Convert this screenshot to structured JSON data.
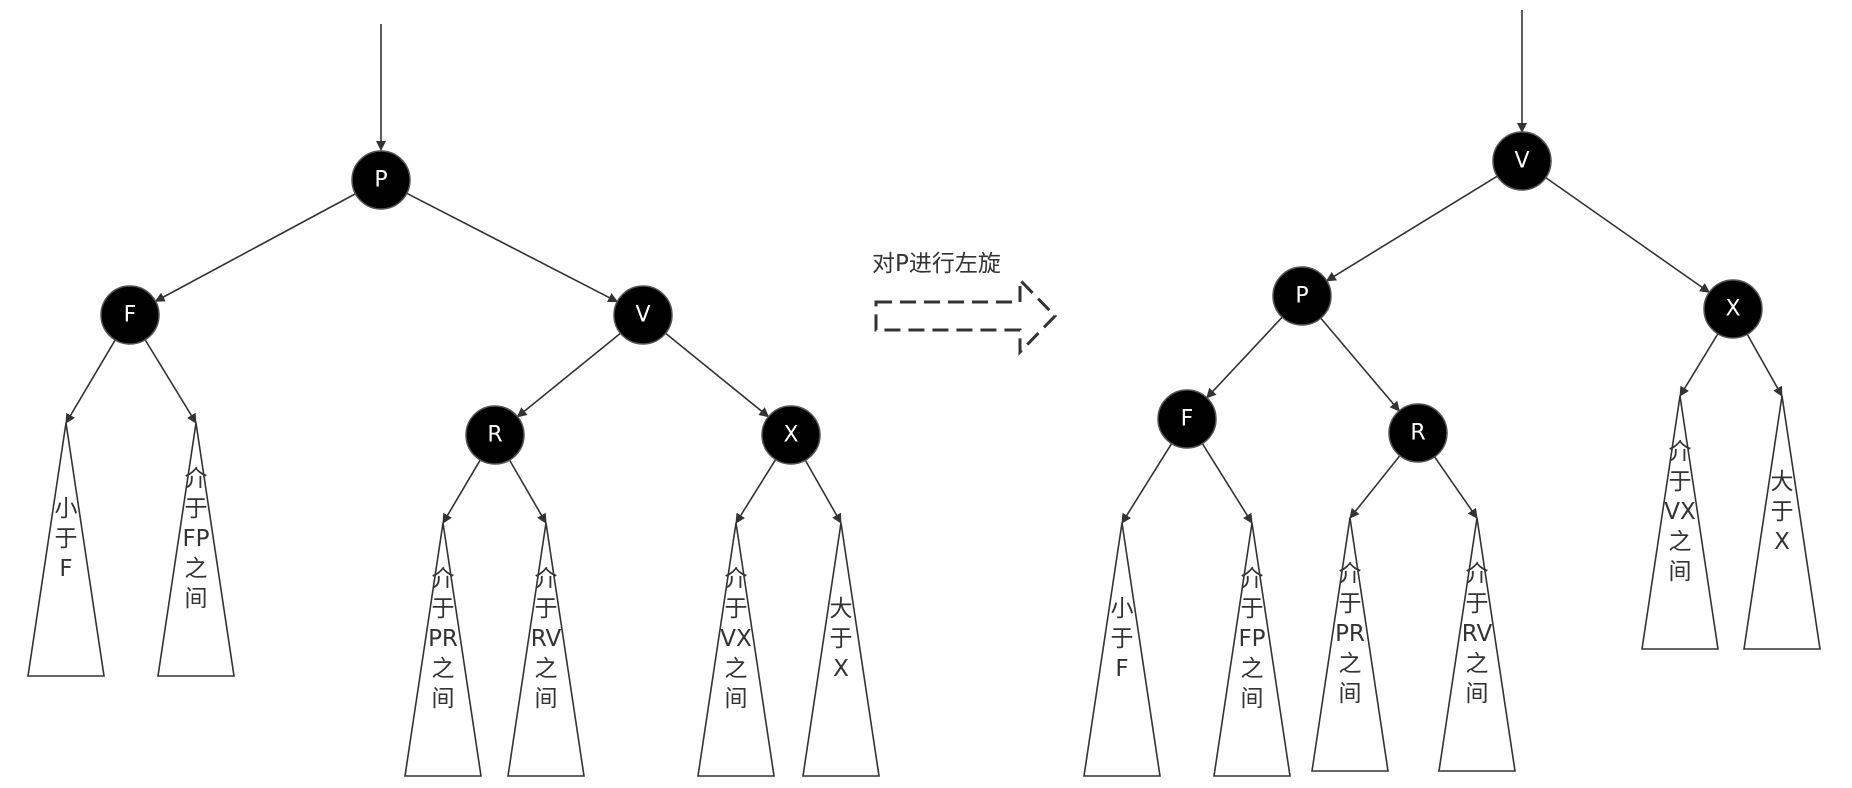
{
  "operation": {
    "label": "对P进行左旋",
    "arrow_icon": "dashed-right-arrow-icon"
  },
  "before": {
    "nodes": [
      {
        "id": "P",
        "label": "P"
      },
      {
        "id": "F",
        "label": "F"
      },
      {
        "id": "V",
        "label": "V"
      },
      {
        "id": "R",
        "label": "R"
      },
      {
        "id": "X",
        "label": "X"
      }
    ],
    "subtrees": [
      {
        "id": "lt-f",
        "lines": [
          "小",
          "于",
          "F"
        ]
      },
      {
        "id": "fp",
        "lines": [
          "介",
          "于",
          "FP",
          "之",
          "间"
        ]
      },
      {
        "id": "pr",
        "lines": [
          "介",
          "于",
          "PR",
          "之",
          "间"
        ]
      },
      {
        "id": "rv",
        "lines": [
          "介",
          "于",
          "RV",
          "之",
          "间"
        ]
      },
      {
        "id": "vx",
        "lines": [
          "介",
          "于",
          "VX",
          "之",
          "间"
        ]
      },
      {
        "id": "gt-x",
        "lines": [
          "大",
          "于",
          "X"
        ]
      }
    ]
  },
  "after": {
    "nodes": [
      {
        "id": "V",
        "label": "V"
      },
      {
        "id": "P",
        "label": "P"
      },
      {
        "id": "X",
        "label": "X"
      },
      {
        "id": "F",
        "label": "F"
      },
      {
        "id": "R",
        "label": "R"
      }
    ],
    "subtrees": [
      {
        "id": "lt-f",
        "lines": [
          "小",
          "于",
          "F"
        ]
      },
      {
        "id": "fp",
        "lines": [
          "介",
          "于",
          "FP",
          "之",
          "间"
        ]
      },
      {
        "id": "pr",
        "lines": [
          "介",
          "于",
          "PR",
          "之",
          "间"
        ]
      },
      {
        "id": "rv",
        "lines": [
          "介",
          "于",
          "RV",
          "之",
          "间"
        ]
      },
      {
        "id": "vx",
        "lines": [
          "介",
          "于",
          "VX",
          "之",
          "间"
        ]
      },
      {
        "id": "gt-x",
        "lines": [
          "大",
          "于",
          "X"
        ]
      }
    ]
  },
  "colors": {
    "node_fill": "#000000",
    "node_text": "#ffffff",
    "stroke": "#333333",
    "background": "#ffffff"
  }
}
